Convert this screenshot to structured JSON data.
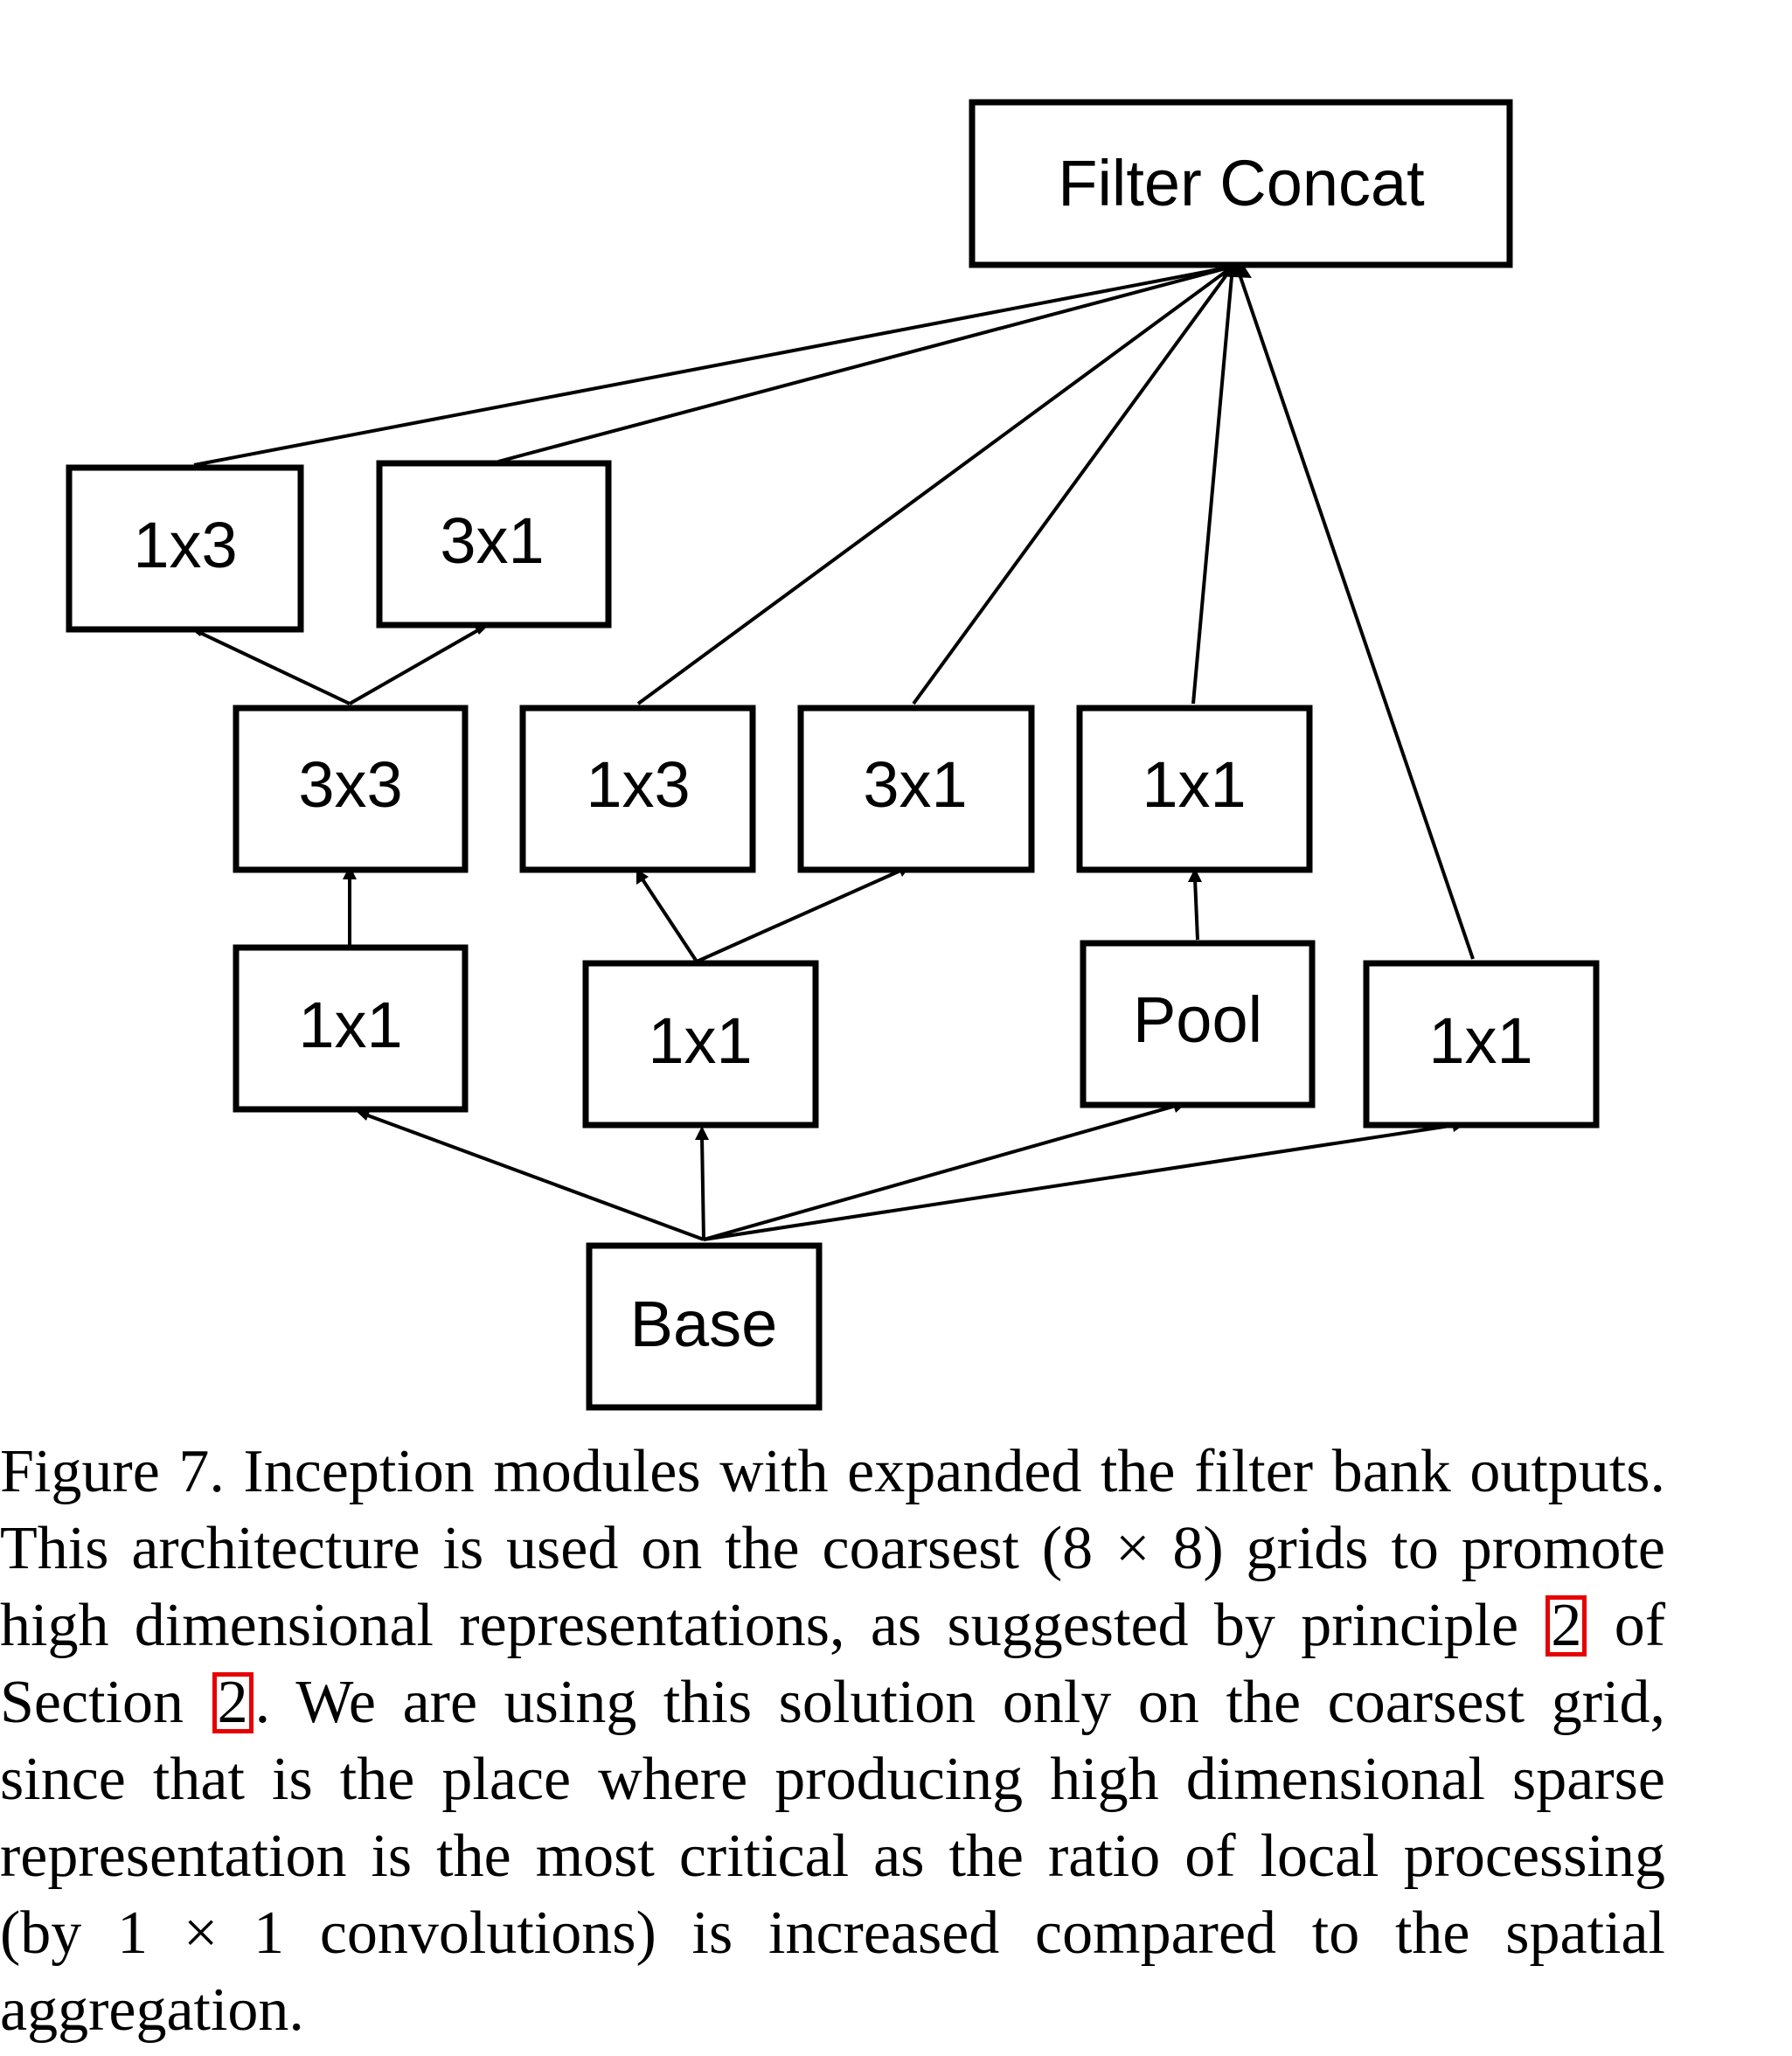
{
  "nodes": {
    "filter_concat": "Filter Concat",
    "b1_1x3": "1x3",
    "b1_3x1": "3x1",
    "b1_3x3": "3x3",
    "b2_1x3": "1x3",
    "b2_3x1": "3x1",
    "b3_1x1": "1x1",
    "b1_1x1": "1x1",
    "b2_1x1": "1x1",
    "pool": "Pool",
    "b4_1x1": "1x1",
    "base": "Base"
  },
  "caption": {
    "part1": "Figure 7. Inception modules with expanded the filter bank outputs. This architecture is used on the coarsest (8 × 8) grids to promote high dimensional representations, as suggested by principle ",
    "ref1": "2",
    "part2": " of Section ",
    "ref2": "2",
    "part3": ". We are using this solution only on the coarsest grid, since that is the place where producing high dimensional sparse representation is the most critical as the ratio of local processing (by 1 × 1 convolutions) is increased compared to the spatial aggregation.",
    "ref_color": "#e60000"
  }
}
